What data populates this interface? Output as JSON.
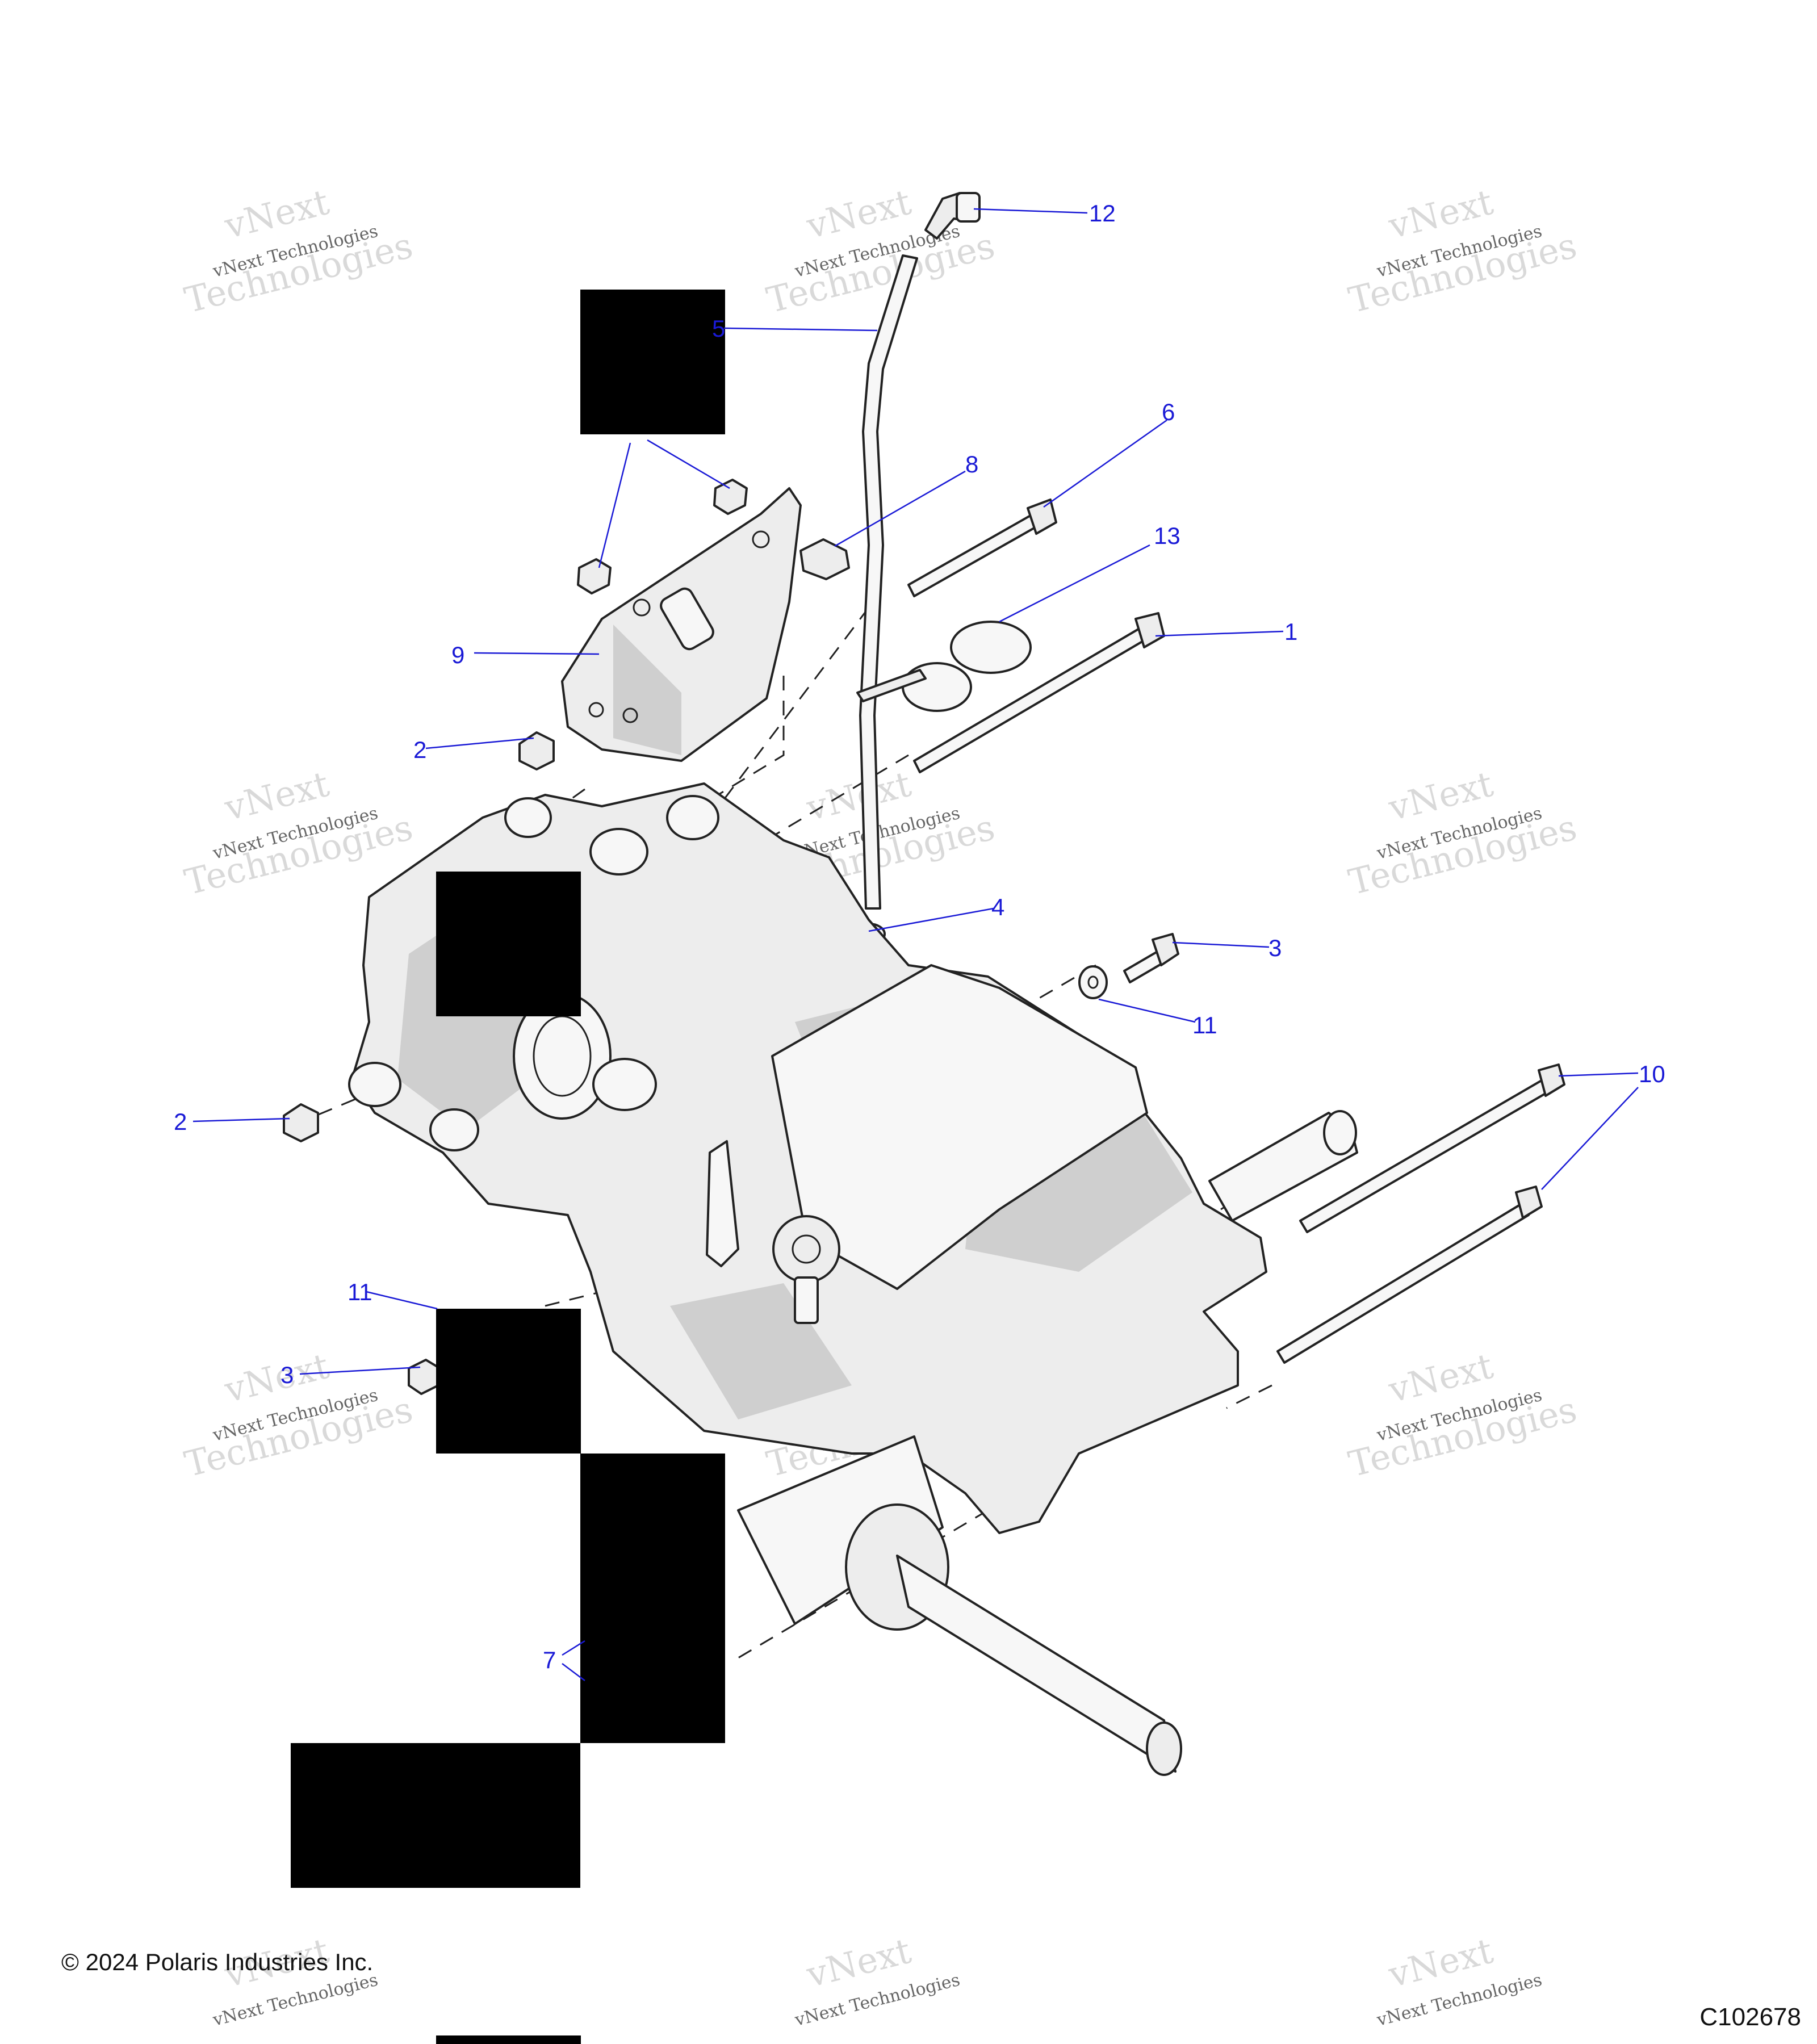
{
  "callouts": [
    "1",
    "2",
    "3",
    "4",
    "5",
    "6",
    "7",
    "8",
    "9",
    "10",
    "11",
    "12",
    "13"
  ],
  "watermark": {
    "line1": "vNext",
    "line2": "vNext Technologies",
    "line3": "Technologies"
  },
  "footer": {
    "copyright": "© 2024 Polaris Industries Inc.",
    "diagram_code": "C102678"
  }
}
